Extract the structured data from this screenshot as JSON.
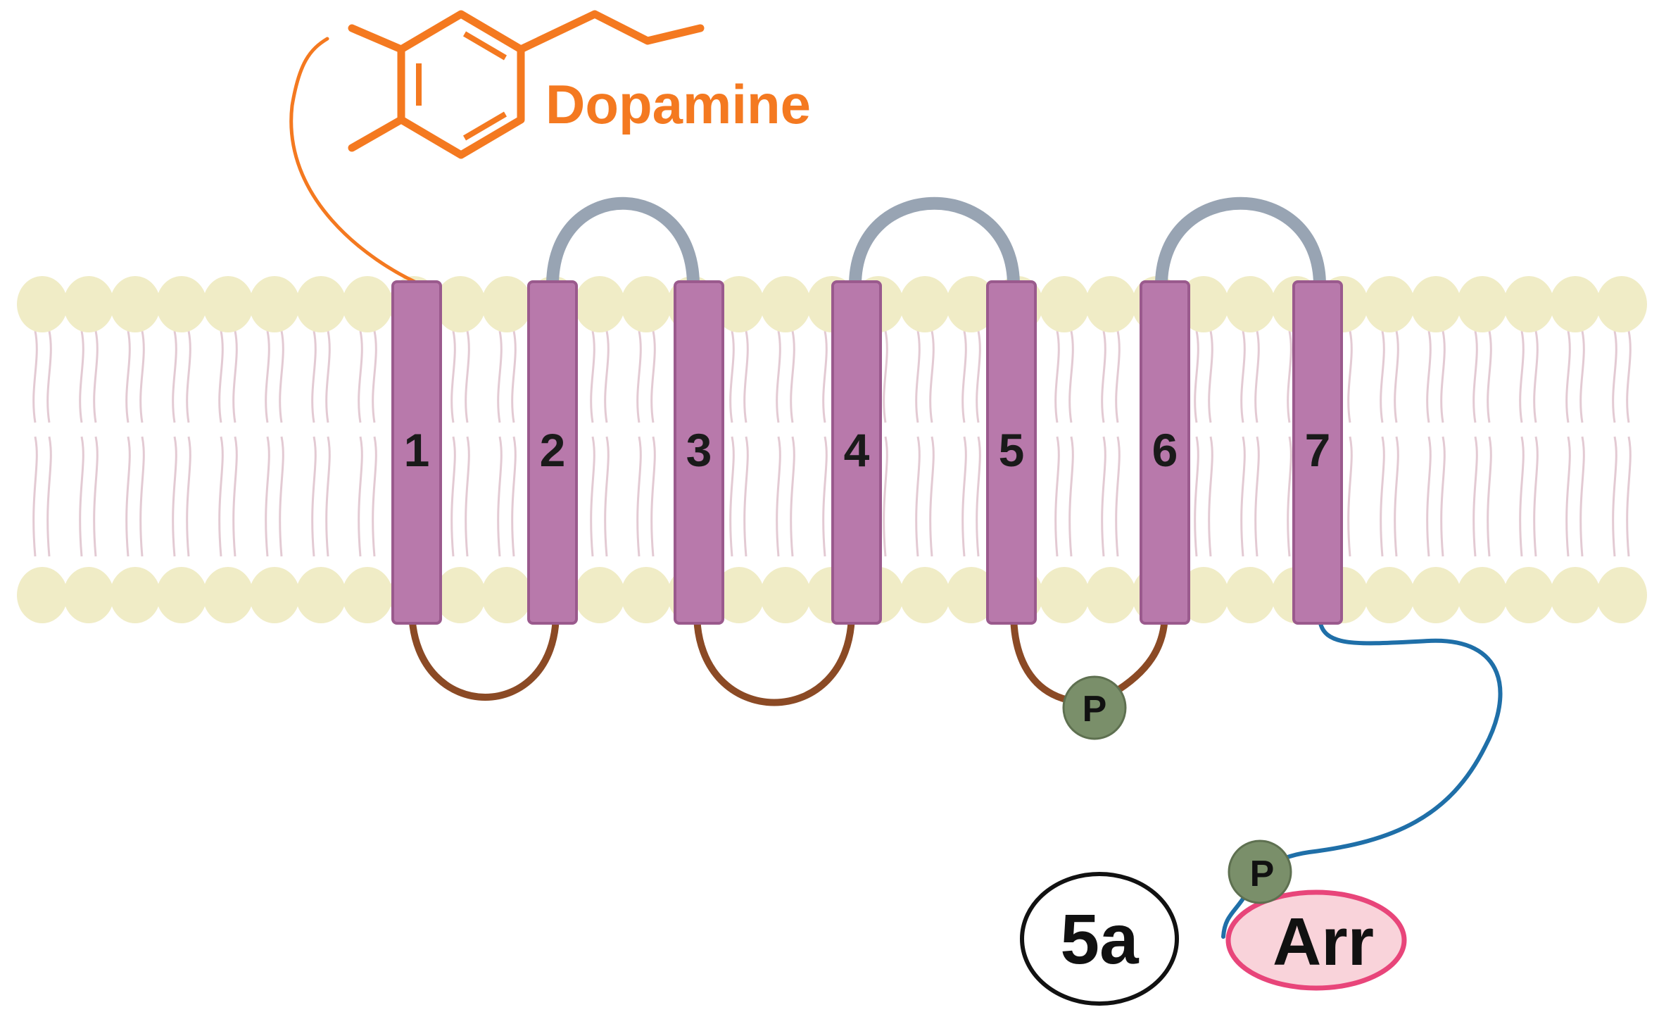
{
  "ligand": {
    "label": "Dopamine",
    "color": "#f47920"
  },
  "helices": [
    "1",
    "2",
    "3",
    "4",
    "5",
    "6",
    "7"
  ],
  "phosphate_symbol": "P",
  "arrestin": {
    "label": "Arr",
    "fill": "#f9d3da",
    "stroke": "#e8457a"
  },
  "panel_label": "5a",
  "colors": {
    "helix": "#b879ab",
    "helix_edge": "#9a5a8d",
    "lipid_head": "#f0ecc6",
    "lipid_tail": "#d9b8c4",
    "extracellular_loop": "#98a4b3",
    "intracellular_loop": "#8b4a25",
    "c_tail": "#1f6fa8",
    "phosphate": "#7a8f6a"
  }
}
